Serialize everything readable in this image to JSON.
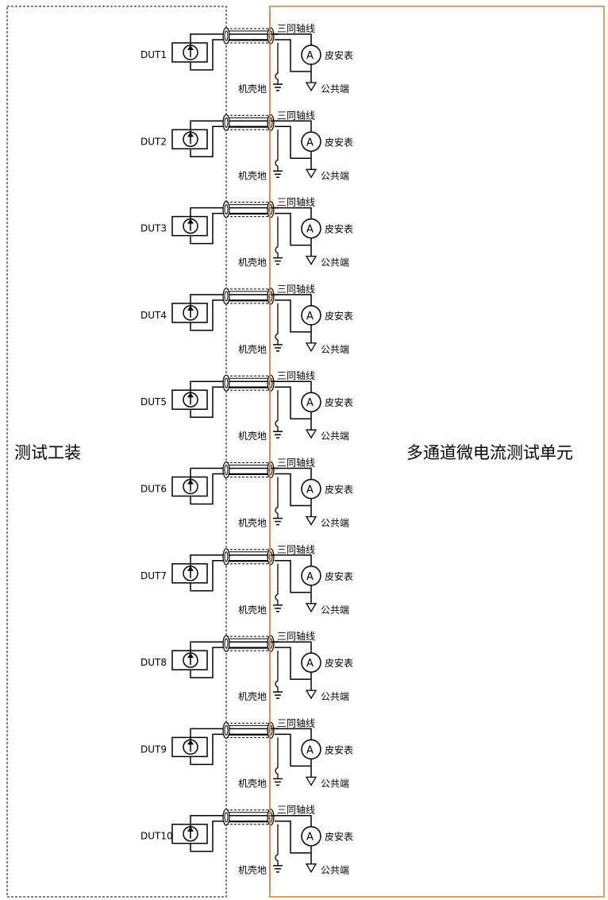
{
  "left_box_label": "测试工装",
  "right_box_label": "多通道微电流测试单元",
  "colors": {
    "right_box_border": "#d9824a",
    "line": "#000000"
  },
  "cable_label": "三同轴线",
  "meter_label": "皮安表",
  "meter_symbol": "A",
  "chassis_ground_label": "机壳地",
  "common_label": "公共端",
  "channels": [
    {
      "dut": "DUT1"
    },
    {
      "dut": "DUT2"
    },
    {
      "dut": "DUT3"
    },
    {
      "dut": "DUT4"
    },
    {
      "dut": "DUT5"
    },
    {
      "dut": "DUT6"
    },
    {
      "dut": "DUT7"
    },
    {
      "dut": "DUT8"
    },
    {
      "dut": "DUT9"
    },
    {
      "dut": "DUT10"
    }
  ]
}
